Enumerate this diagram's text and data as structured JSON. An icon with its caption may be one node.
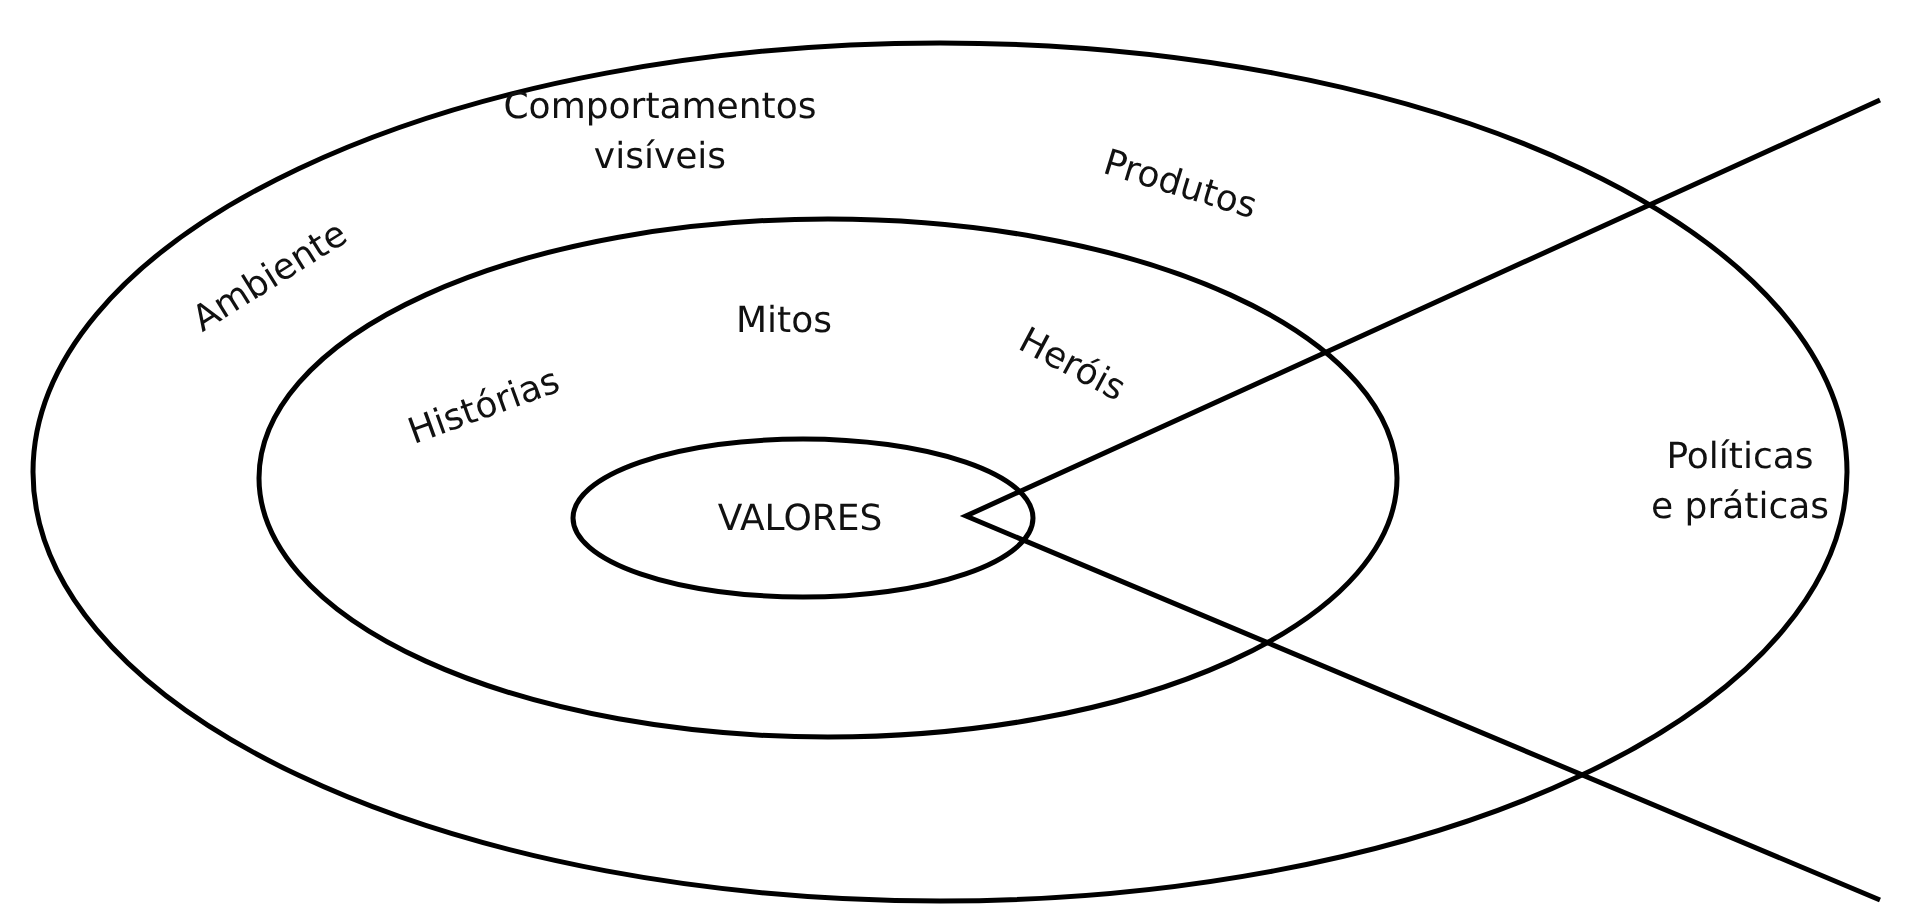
{
  "diagram": {
    "nodes": [
      {
        "text": [
          "Comportamentos visíveis",
          "Ambiente",
          "Produtos"
        ]
      },
      {
        "text": [
          "Mitos",
          "Histórias",
          "Heróis"
        ],
        "in": 0
      },
      {
        "text": [
          "VALORES"
        ],
        "in": 1
      }
    ],
    "labels": [
      "Políticas e práticas"
    ]
  }
}
